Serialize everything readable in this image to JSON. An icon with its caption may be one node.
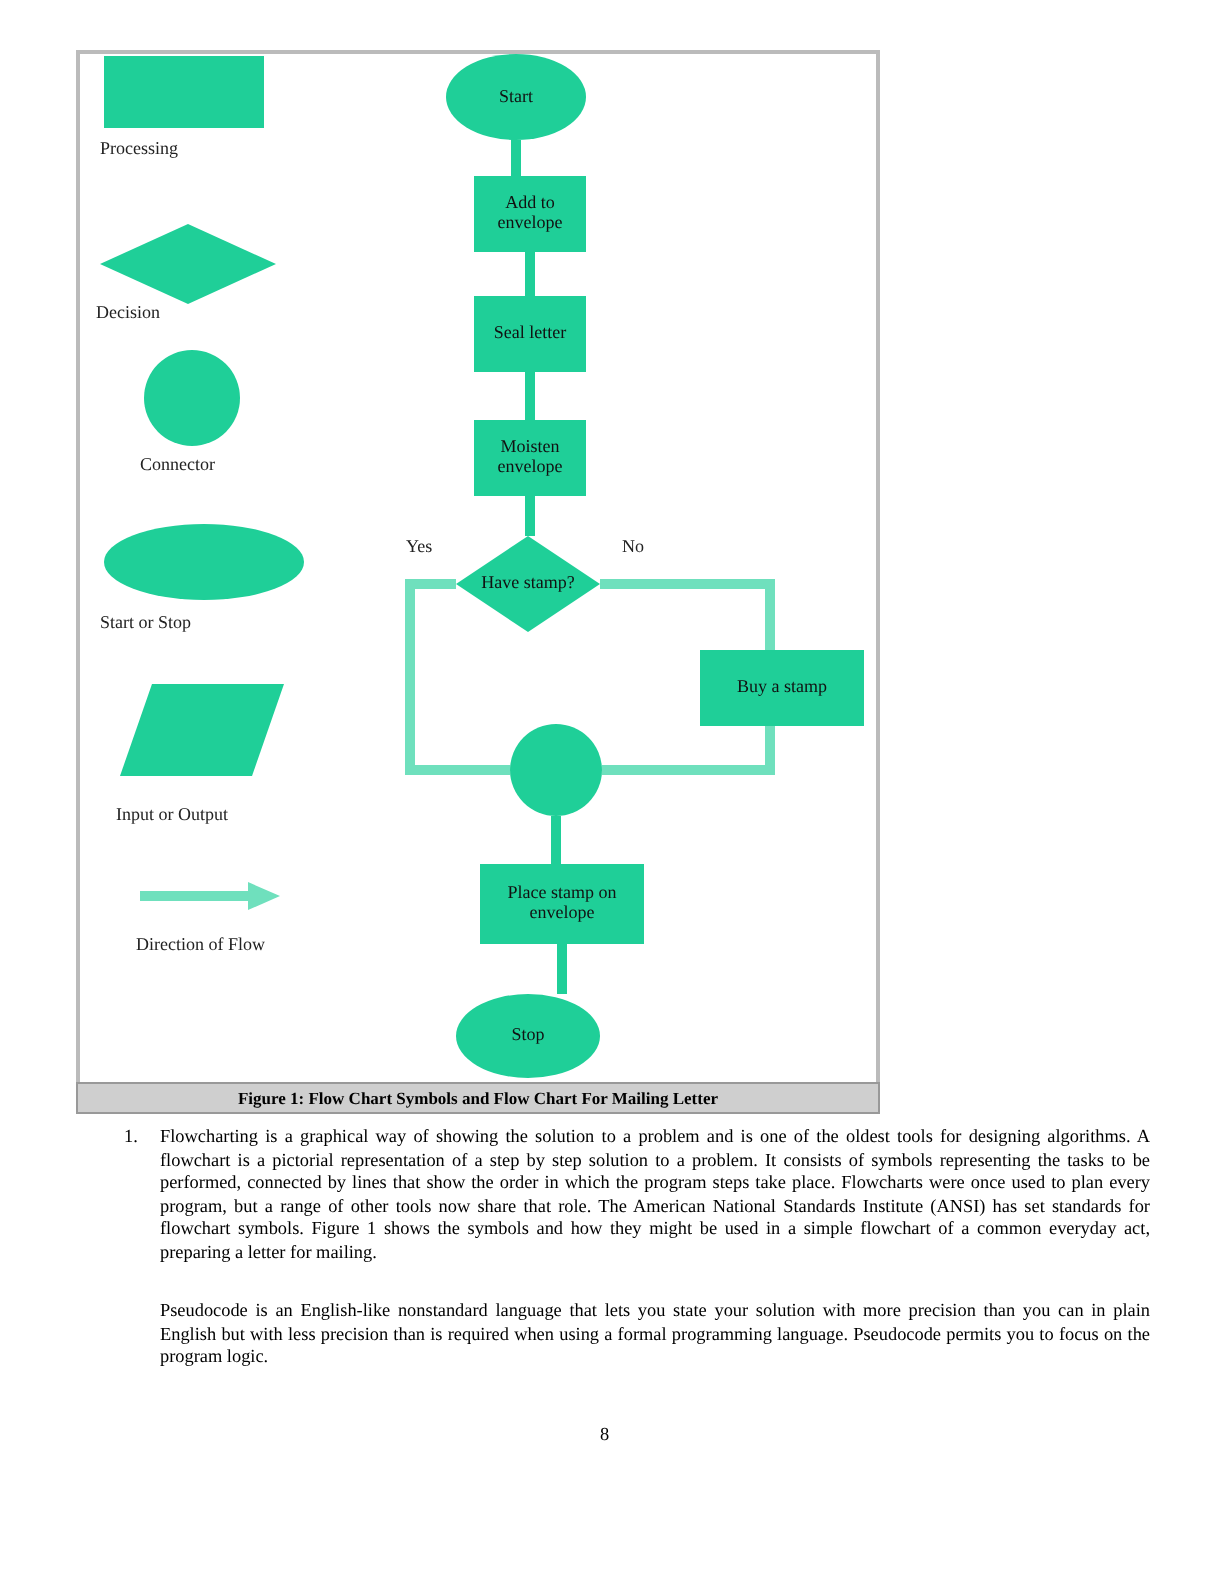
{
  "diagram": {
    "caption": "Figure 1: Flow Chart Symbols and Flow Chart For Mailing Letter",
    "nodes": [
      {
        "text": [
          "Start"
        ]
      },
      {
        "text": [
          "Add to envelope"
        ]
      },
      {
        "text": [
          "Seal letter"
        ]
      },
      {
        "text": [
          "Moisten envelope"
        ]
      },
      {
        "text": [
          "Have stamp?"
        ]
      },
      {
        "text": [
          "Buy a stamp"
        ]
      },
      {
        "text": [],
        "shape": "circle"
      },
      {
        "text": [
          "Place stamp on envelope"
        ]
      },
      {
        "text": [
          "Stop"
        ]
      }
    ],
    "edges": [
      {
        "from": 0,
        "to": 1,
        "arrow": "none"
      },
      {
        "from": 1,
        "to": 2,
        "arrow": "none"
      },
      {
        "from": 2,
        "to": 3,
        "arrow": "none"
      },
      {
        "from": 3,
        "to": 4,
        "arrow": "none"
      },
      {
        "from": 4,
        "to": 6,
        "arrow": "none",
        "label": "Yes"
      },
      {
        "from": 4,
        "to": 5,
        "arrow": "none",
        "label": "No"
      },
      {
        "from": 5,
        "to": 6,
        "arrow": "none"
      },
      {
        "from": 6,
        "to": 7,
        "arrow": "none"
      },
      {
        "from": 7,
        "to": 8,
        "arrow": "none"
      }
    ],
    "labels": [
      "1.",
      "Flowcharting is a graphical way of showing the solution to a problem and is one of the oldest tools for designing algorithms. A flowchart is a pictorial representation of a step by step solution to a problem. It consists of symbols representing the tasks to be performed, connected by lines that show the order in which the program steps take place. Flowcharts were once used to plan every program, but a range of other tools now share that role. The American National Standards Institute (ANSI) has set standards for flowchart symbols. Figure 1 shows the symbols and how they might be used in a simple flowchart of a common everyday act, preparing a letter for mailing.",
      "Pseudocode is an English-like nonstandard language that lets you state your solution with more precision than you can in plain English but with less precision than is required when using a formal programming language. Pseudocode permits you to focus on the program logic.",
      "8"
    ],
    "legend": [
      {
        "text": "Processing"
      },
      {
        "text": "Decision"
      },
      {
        "text": "Connector"
      },
      {
        "text": "Start or Stop"
      },
      {
        "text": "Input or Output"
      },
      {
        "text": "Direction of Flow"
      }
    ]
  }
}
